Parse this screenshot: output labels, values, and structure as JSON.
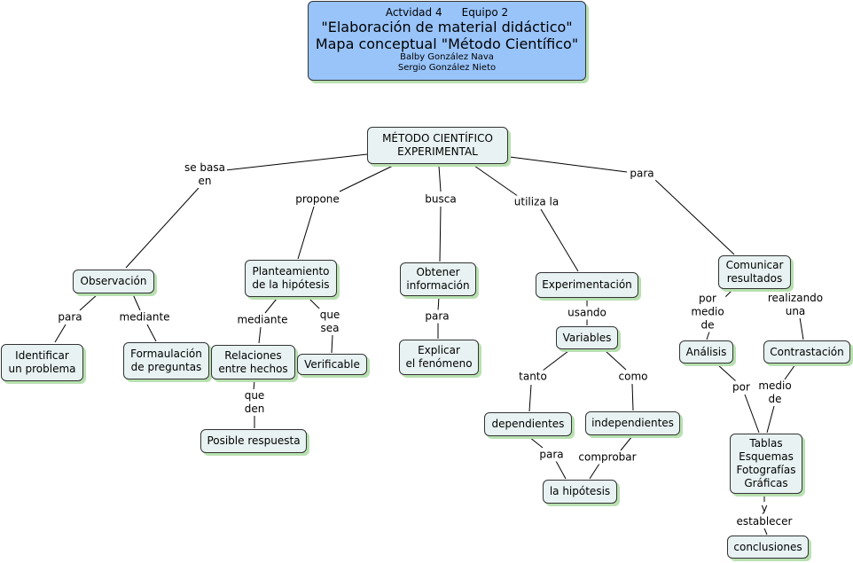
{
  "header": {
    "activity": "Actvidad 4",
    "team": "Equipo 2",
    "line2": "\"Elaboración de material didáctico\"",
    "line3": "Mapa conceptual  \"Método Científico\"",
    "author1": "Balby González Nava",
    "author2": "Sergio González Nieto"
  },
  "nodes": {
    "metodo": "MÉTODO CIENTÍFICO\nEXPERIMENTAL",
    "observacion": "Observación",
    "identificar": "Identificar\nun problema",
    "formulacion": "Formaulación\nde preguntas",
    "planteamiento": "Planteamiento\nde la hipótesis",
    "relaciones": "Relaciones\nentre hechos",
    "verificable": "Verificable",
    "posible": "Posible respuesta",
    "obtener": "Obtener\ninformación",
    "explicar": "Explicar\nel fenómeno",
    "experimentacion": "Experimentación",
    "variables": "Variables",
    "dependientes": "dependientes",
    "independientes": "independientes",
    "hipotesis": "la hipótesis",
    "comunicar": "Comunicar\nresultados",
    "analisis": "Análisis",
    "contrastacion": "Contrastación",
    "tablas": "Tablas\nEsquemas\nFotografías\nGráficas",
    "conclusiones": "conclusiones"
  },
  "links": {
    "se_basa_en": "se basa\nen",
    "propone": "propone",
    "busca": "busca",
    "utiliza_la": "utiliza la",
    "para_top": "para",
    "para_obs": "para",
    "mediante_obs": "mediante",
    "mediante_plan": "mediante",
    "que_sea": "que\nsea",
    "que_den": "que\nden",
    "para_obt": "para",
    "usando": "usando",
    "tanto": "tanto",
    "como": "como",
    "para_dep": "para",
    "comprobar": "comprobar",
    "por_medio_de": "por\nmedio\nde",
    "realizando_una": "realizando\nuna",
    "por": "por",
    "medio_de": "medio\nde",
    "y_establecer": "y\nestablecer"
  }
}
